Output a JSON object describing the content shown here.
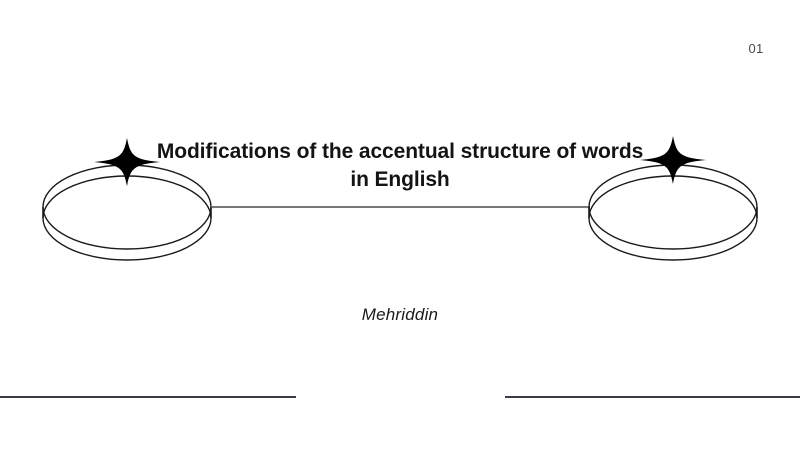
{
  "slide": {
    "page_number": "01",
    "title": "Modifications of the accentual structure of words in English",
    "title_line_1": "Modifications of the accentual structure of words",
    "title_line_2": "in English",
    "author": "Mehriddin",
    "background_color": "#ffffff",
    "title_color": "#141414",
    "page_number_color": "#4a4a4a",
    "rule_color": "#3c3c46",
    "decor_stroke_color": "#1a1a1a",
    "decor_fill_color": "#000000"
  },
  "decor": {
    "left_ring_name": "left-ring-ornament",
    "right_ring_name": "right-ring-ornament",
    "left_star_name": "left-sparkle",
    "right_star_name": "right-sparkle",
    "connector_name": "ring-connector-line"
  }
}
